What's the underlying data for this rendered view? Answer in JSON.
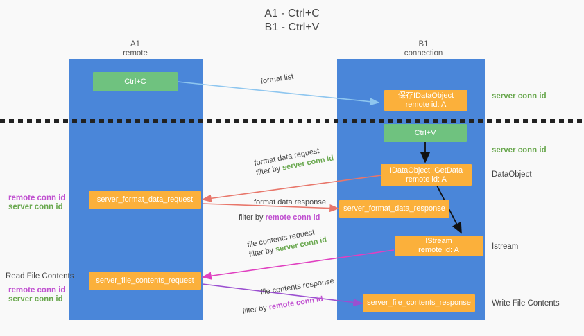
{
  "title": {
    "line1": "A1 - Ctrl+C",
    "line2": "B1 - Ctrl+V"
  },
  "lanes": [
    {
      "name": "A1",
      "sub": "remote"
    },
    {
      "name": "B1",
      "sub": "connection"
    }
  ],
  "nodes": {
    "ctrl_c": {
      "l1": "Ctrl+C",
      "l2": ""
    },
    "ctrl_v": {
      "l1": "Ctrl+V",
      "l2": ""
    },
    "idataobject": {
      "l1": "保存IDataObject",
      "l2": "remote id: A"
    },
    "getdata": {
      "l1": "IDataObject::GetData",
      "l2": "remote id: A"
    },
    "istream": {
      "l1": "IStream",
      "l2": "remote id: A"
    },
    "server_format_data_request": {
      "l1": "server_format_data_request",
      "l2": ""
    },
    "server_format_data_response": {
      "l1": "server_format_data_response",
      "l2": ""
    },
    "server_file_contents_request": {
      "l1": "server_file_contents_request",
      "l2": ""
    },
    "server_file_contents_response": {
      "l1": "server_file_contents_response",
      "l2": ""
    }
  },
  "edges": {
    "format_list": "format list",
    "format_data_request": "format data request",
    "format_data_request_filter_prefix": "filter by ",
    "format_data_request_filter_key": "server conn id",
    "format_data_response": "format data response",
    "format_data_response_filter_prefix": "filter by ",
    "format_data_response_filter_key": "remote conn id",
    "file_contents_request": "file contents request",
    "file_contents_request_filter_prefix": "filter by ",
    "file_contents_request_filter_key": "server conn id",
    "file_contents_response": "file contents response",
    "file_contents_response_filter_prefix": "filter by ",
    "file_contents_response_filter_key": "remote conn id"
  },
  "right_labels": {
    "server_conn_id_top": "server conn id",
    "server_conn_id_mid": "server conn id",
    "dataobject": "DataObject",
    "istream": "Istream",
    "write_file_contents": "Write File Contents"
  },
  "left_labels": {
    "remote_conn_id_a": "remote conn id",
    "server_conn_id_a": "server conn id",
    "read_file_contents": "Read File Contents",
    "remote_conn_id_b": "remote conn id",
    "server_conn_id_b": "server conn id"
  },
  "colors": {
    "lane": "#4a86d9",
    "node_orange": "#fbb03b",
    "node_green": "#6fc27f",
    "accent_green": "#6aa84f",
    "accent_purple": "#c050d0",
    "arrow_red": "#e8766a",
    "arrow_blue": "#8ec6ef",
    "arrow_magenta": "#e040c0",
    "arrow_purple": "#9b4fd0",
    "arrow_black": "#111111"
  }
}
